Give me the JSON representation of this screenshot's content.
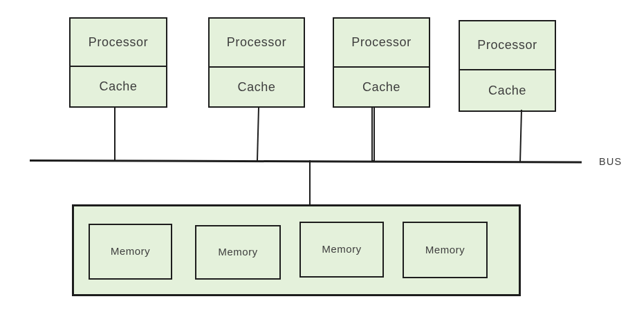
{
  "diagram": {
    "bus_label": "BUS",
    "processors": [
      {
        "top_label": "Processor",
        "bottom_label": "Cache"
      },
      {
        "top_label": "Processor",
        "bottom_label": "Cache"
      },
      {
        "top_label": "Processor",
        "bottom_label": "Cache"
      },
      {
        "top_label": "Processor",
        "bottom_label": "Cache"
      }
    ],
    "memory_modules": [
      "Memory",
      "Memory",
      "Memory",
      "Memory"
    ],
    "colors": {
      "box_fill": "#e4f1db",
      "box_border": "#1d1d1d",
      "line": "#1d1d1d",
      "text": "#3d3d3d",
      "background": "#ffffff"
    }
  }
}
